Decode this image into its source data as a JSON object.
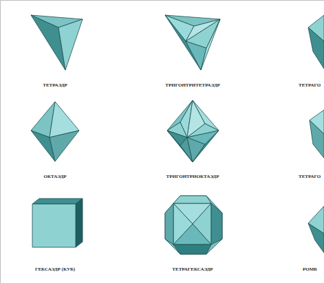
{
  "diagram": {
    "labels": [
      "ТЕТРАЭДР",
      "ТРИГОНТРИТЕТРАЭДР",
      "ТЕТРАГО",
      "ОКТАЭДР",
      "ТРИГОНТРИОКТАЭДР",
      "ТЕТРАГО",
      "ГЕКСАЭДР (КУБ)",
      "ТЕТРАГЕКСАЭДР",
      "РОМБ"
    ]
  }
}
